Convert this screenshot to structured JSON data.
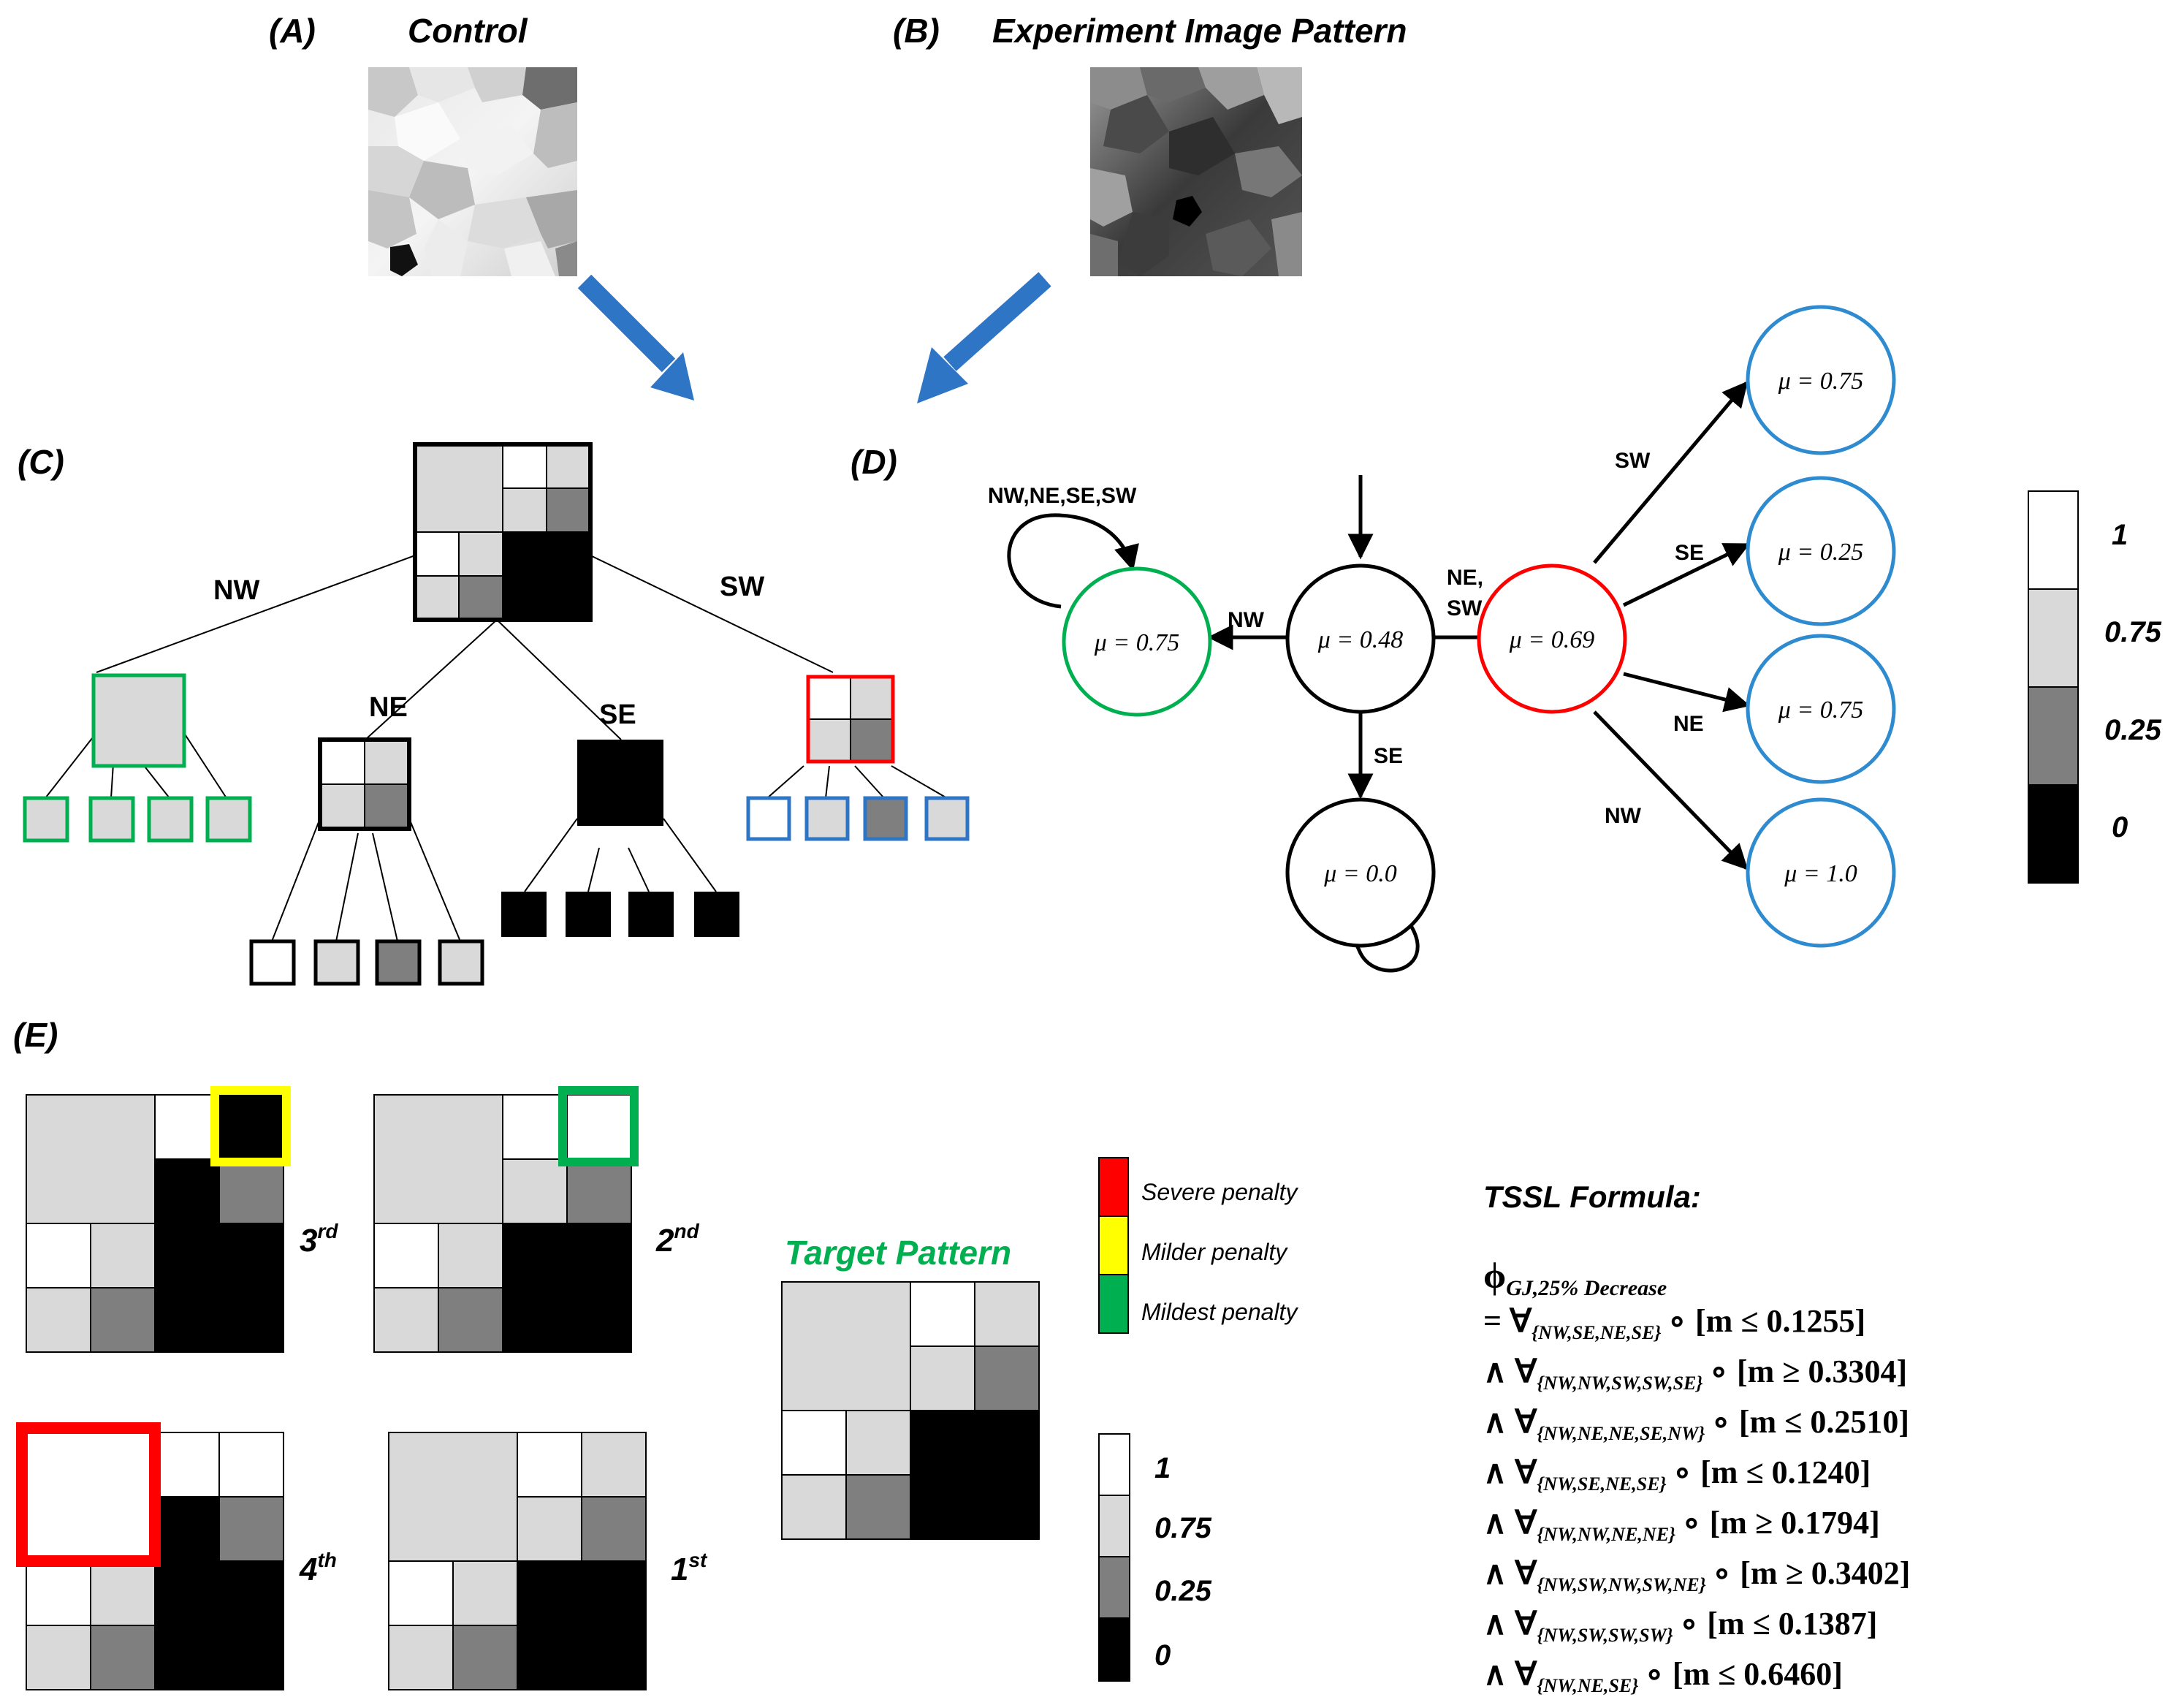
{
  "panels": {
    "a_label": "(A)",
    "a_title": "Control",
    "b_label": "(B)",
    "b_title": "Experiment  Image Pattern",
    "c_label": "(C)",
    "d_label": "(D)",
    "e_label": "(E)"
  },
  "tree": {
    "edge_nw": "NW",
    "edge_ne": "NE",
    "edge_se": "SE",
    "edge_sw": "SW"
  },
  "automaton": {
    "self_loop_label": "NW,NE,SE,SW",
    "edge_nw": "NW",
    "edge_ne_sw_1": "NE,",
    "edge_ne_sw_2": "SW",
    "edge_se": "SE",
    "out_sw": "SW",
    "out_se": "SE",
    "out_ne": "NE",
    "out_nw": "NW",
    "state_green": "μ = 0.75",
    "state_start": "μ = 0.48",
    "state_red": "μ = 0.69",
    "state_bottom": "μ = 0.0",
    "state_b1": "μ = 0.75",
    "state_b2": "μ = 0.25",
    "state_b3": "μ = 0.75",
    "state_b4": "μ = 1.0"
  },
  "scale": {
    "labels": [
      "1",
      "0.75",
      "0.25",
      "0"
    ],
    "colors": [
      "#ffffff",
      "#d9d9d9",
      "#7f7f7f",
      "#000000"
    ]
  },
  "ranking": {
    "third": "3",
    "third_sup": "rd",
    "second": "2",
    "second_sup": "nd",
    "fourth": "4",
    "fourth_sup": "th",
    "first": "1",
    "first_sup": "st",
    "target_title": "Target  Pattern",
    "target_color": "#00b050"
  },
  "penalty_legend": [
    {
      "label": "Severe penalty",
      "color": "#ff0000"
    },
    {
      "label": "Milder penalty",
      "color": "#ffff00"
    },
    {
      "label": "Mildest penalty",
      "color": "#00b050"
    }
  ],
  "tssl": {
    "title": "TSSL Formula:",
    "phi": "ϕ",
    "phi_sub": "GJ,25% Decrease",
    "lines": [
      {
        "prefix": "= ∀",
        "sub": "{NW,SE,NE,SE}",
        "cond": "∘ [m ≤ 0.1255]"
      },
      {
        "prefix": "∧ ∀",
        "sub": "{NW,NW,SW,SW,SE}",
        "cond": "∘ [m ≥ 0.3304]"
      },
      {
        "prefix": "∧ ∀",
        "sub": "{NW,NE,NE,SE,NW}",
        "cond": "∘ [m ≤ 0.2510]"
      },
      {
        "prefix": "∧  ∀",
        "sub": "{NW,SE,NE,SE}",
        "cond": "∘ [m ≤ 0.1240]"
      },
      {
        "prefix": "∧ ∀",
        "sub": "{NW,NW,NE,NE}",
        "cond": "∘ [m ≥ 0.1794]"
      },
      {
        "prefix": "∧ ∀",
        "sub": "{NW,SW,NW,SW,NE}",
        "cond": "∘ [m ≥ 0.3402]"
      },
      {
        "prefix": "∧ ∀",
        "sub": "{NW,SW,SW,SW}",
        "cond": "∘ [m ≤ 0.1387]"
      },
      {
        "prefix": "∧ ∀",
        "sub": "{NW,NE,SE}",
        "cond": "∘ [m ≤ 0.6460]"
      }
    ]
  }
}
